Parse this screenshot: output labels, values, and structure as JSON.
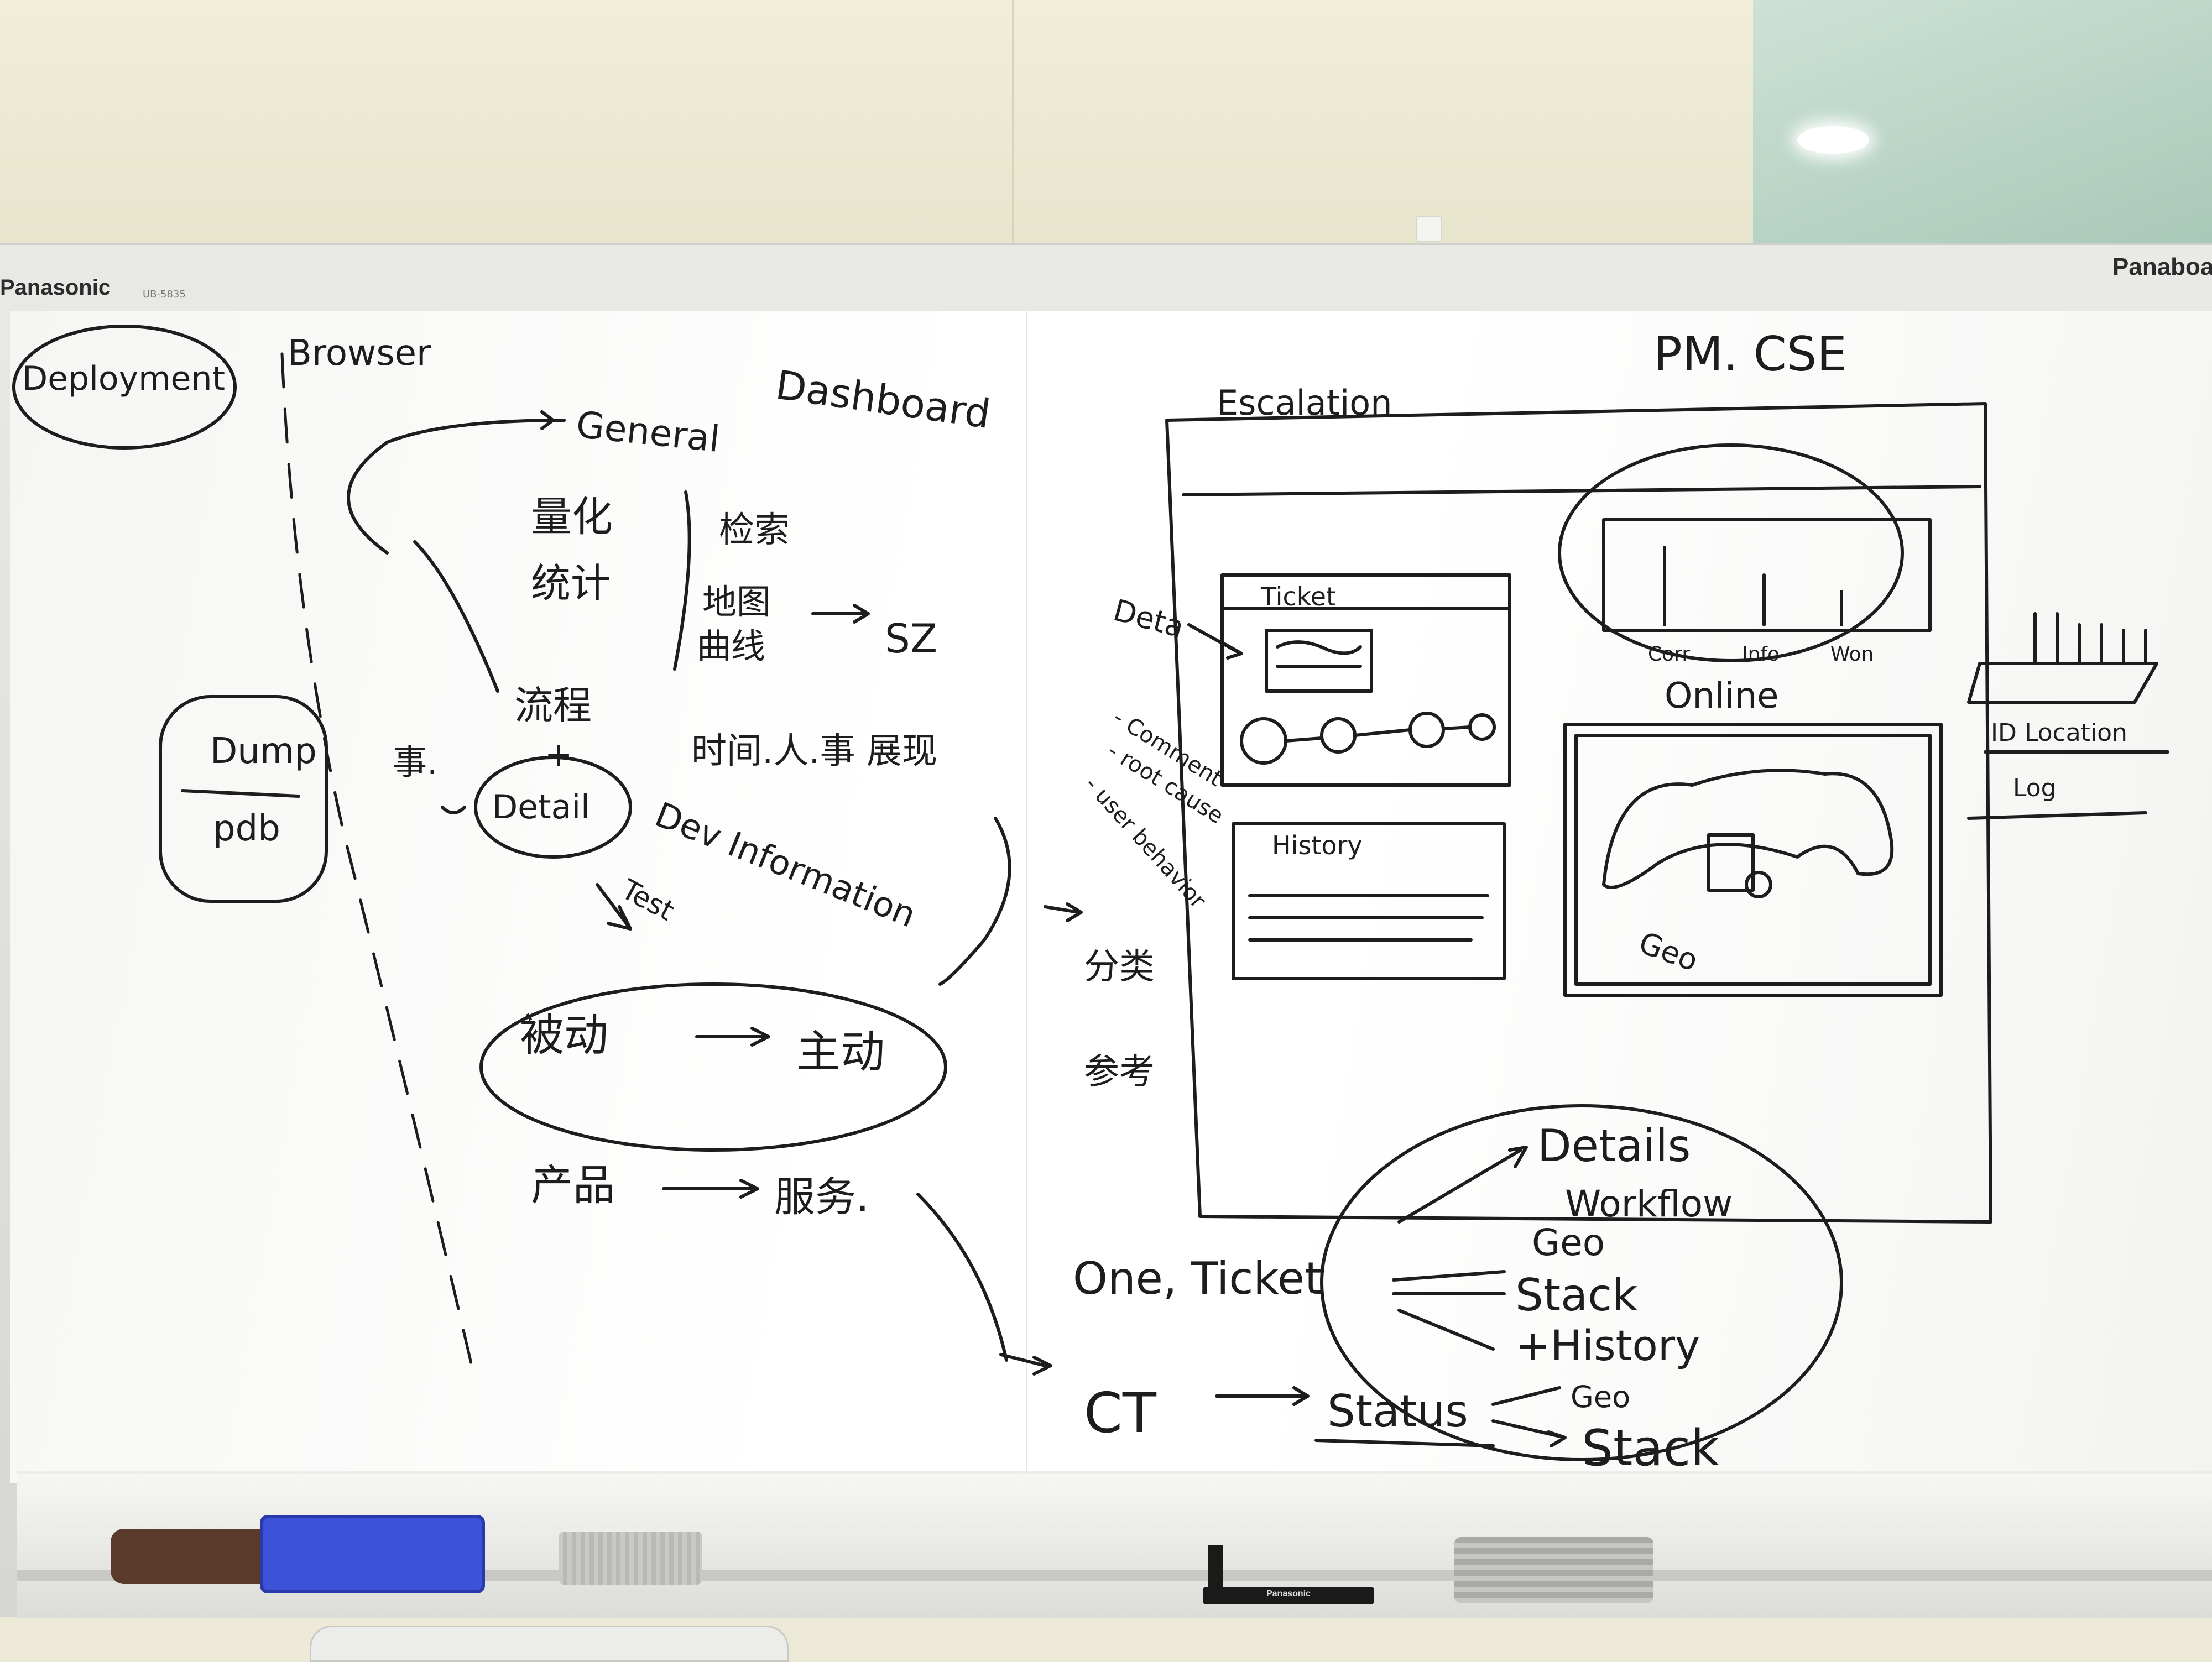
{
  "board_brand_left": "Panasonic",
  "board_model": "UB-5835",
  "board_brand_right": "Panaboard",
  "marker_brand": "Panasonic",
  "ink_color": "#1d1d1d",
  "notes": {
    "deployment": "Deployment",
    "browser": "Browser",
    "dashboard": "Dashboard",
    "general": "General",
    "quantify": "量化",
    "statistics": "统计",
    "search": "检索",
    "map": "地图",
    "curve": "曲线",
    "sz": "SZ",
    "process": "流程",
    "plus": "+",
    "detail": "Detail",
    "thing": "事.",
    "time_person_display": "时间.人.事 展现",
    "dev_information": "Dev Information",
    "test": "Test",
    "dump": "Dump",
    "pdb": "pdb",
    "passive": "被动",
    "active": "主动",
    "product": "产品",
    "service": "服务.",
    "escalation": "Escalation",
    "pm_cse": "PM. CSE",
    "details_short": "Deta",
    "ticket": "Ticket",
    "history": "History",
    "comment": "- Comment",
    "root_cause": "- root cause",
    "user_behavior": "- user behavior",
    "vertical_1": "分类",
    "vertical_2": "参考",
    "bar_labels": [
      "Corr",
      "Info",
      "Won"
    ],
    "online": "Online",
    "geo": "Geo",
    "id_location": "ID Location",
    "log": "Log",
    "one_ticket": "One, Ticket",
    "details": "Details",
    "workflow": "Workflow",
    "geo2": "Geo",
    "stack": "Stack",
    "plus_history": "+History",
    "ct": "CT",
    "status": "Status",
    "geo3": "Geo",
    "stack2": "Stack"
  }
}
